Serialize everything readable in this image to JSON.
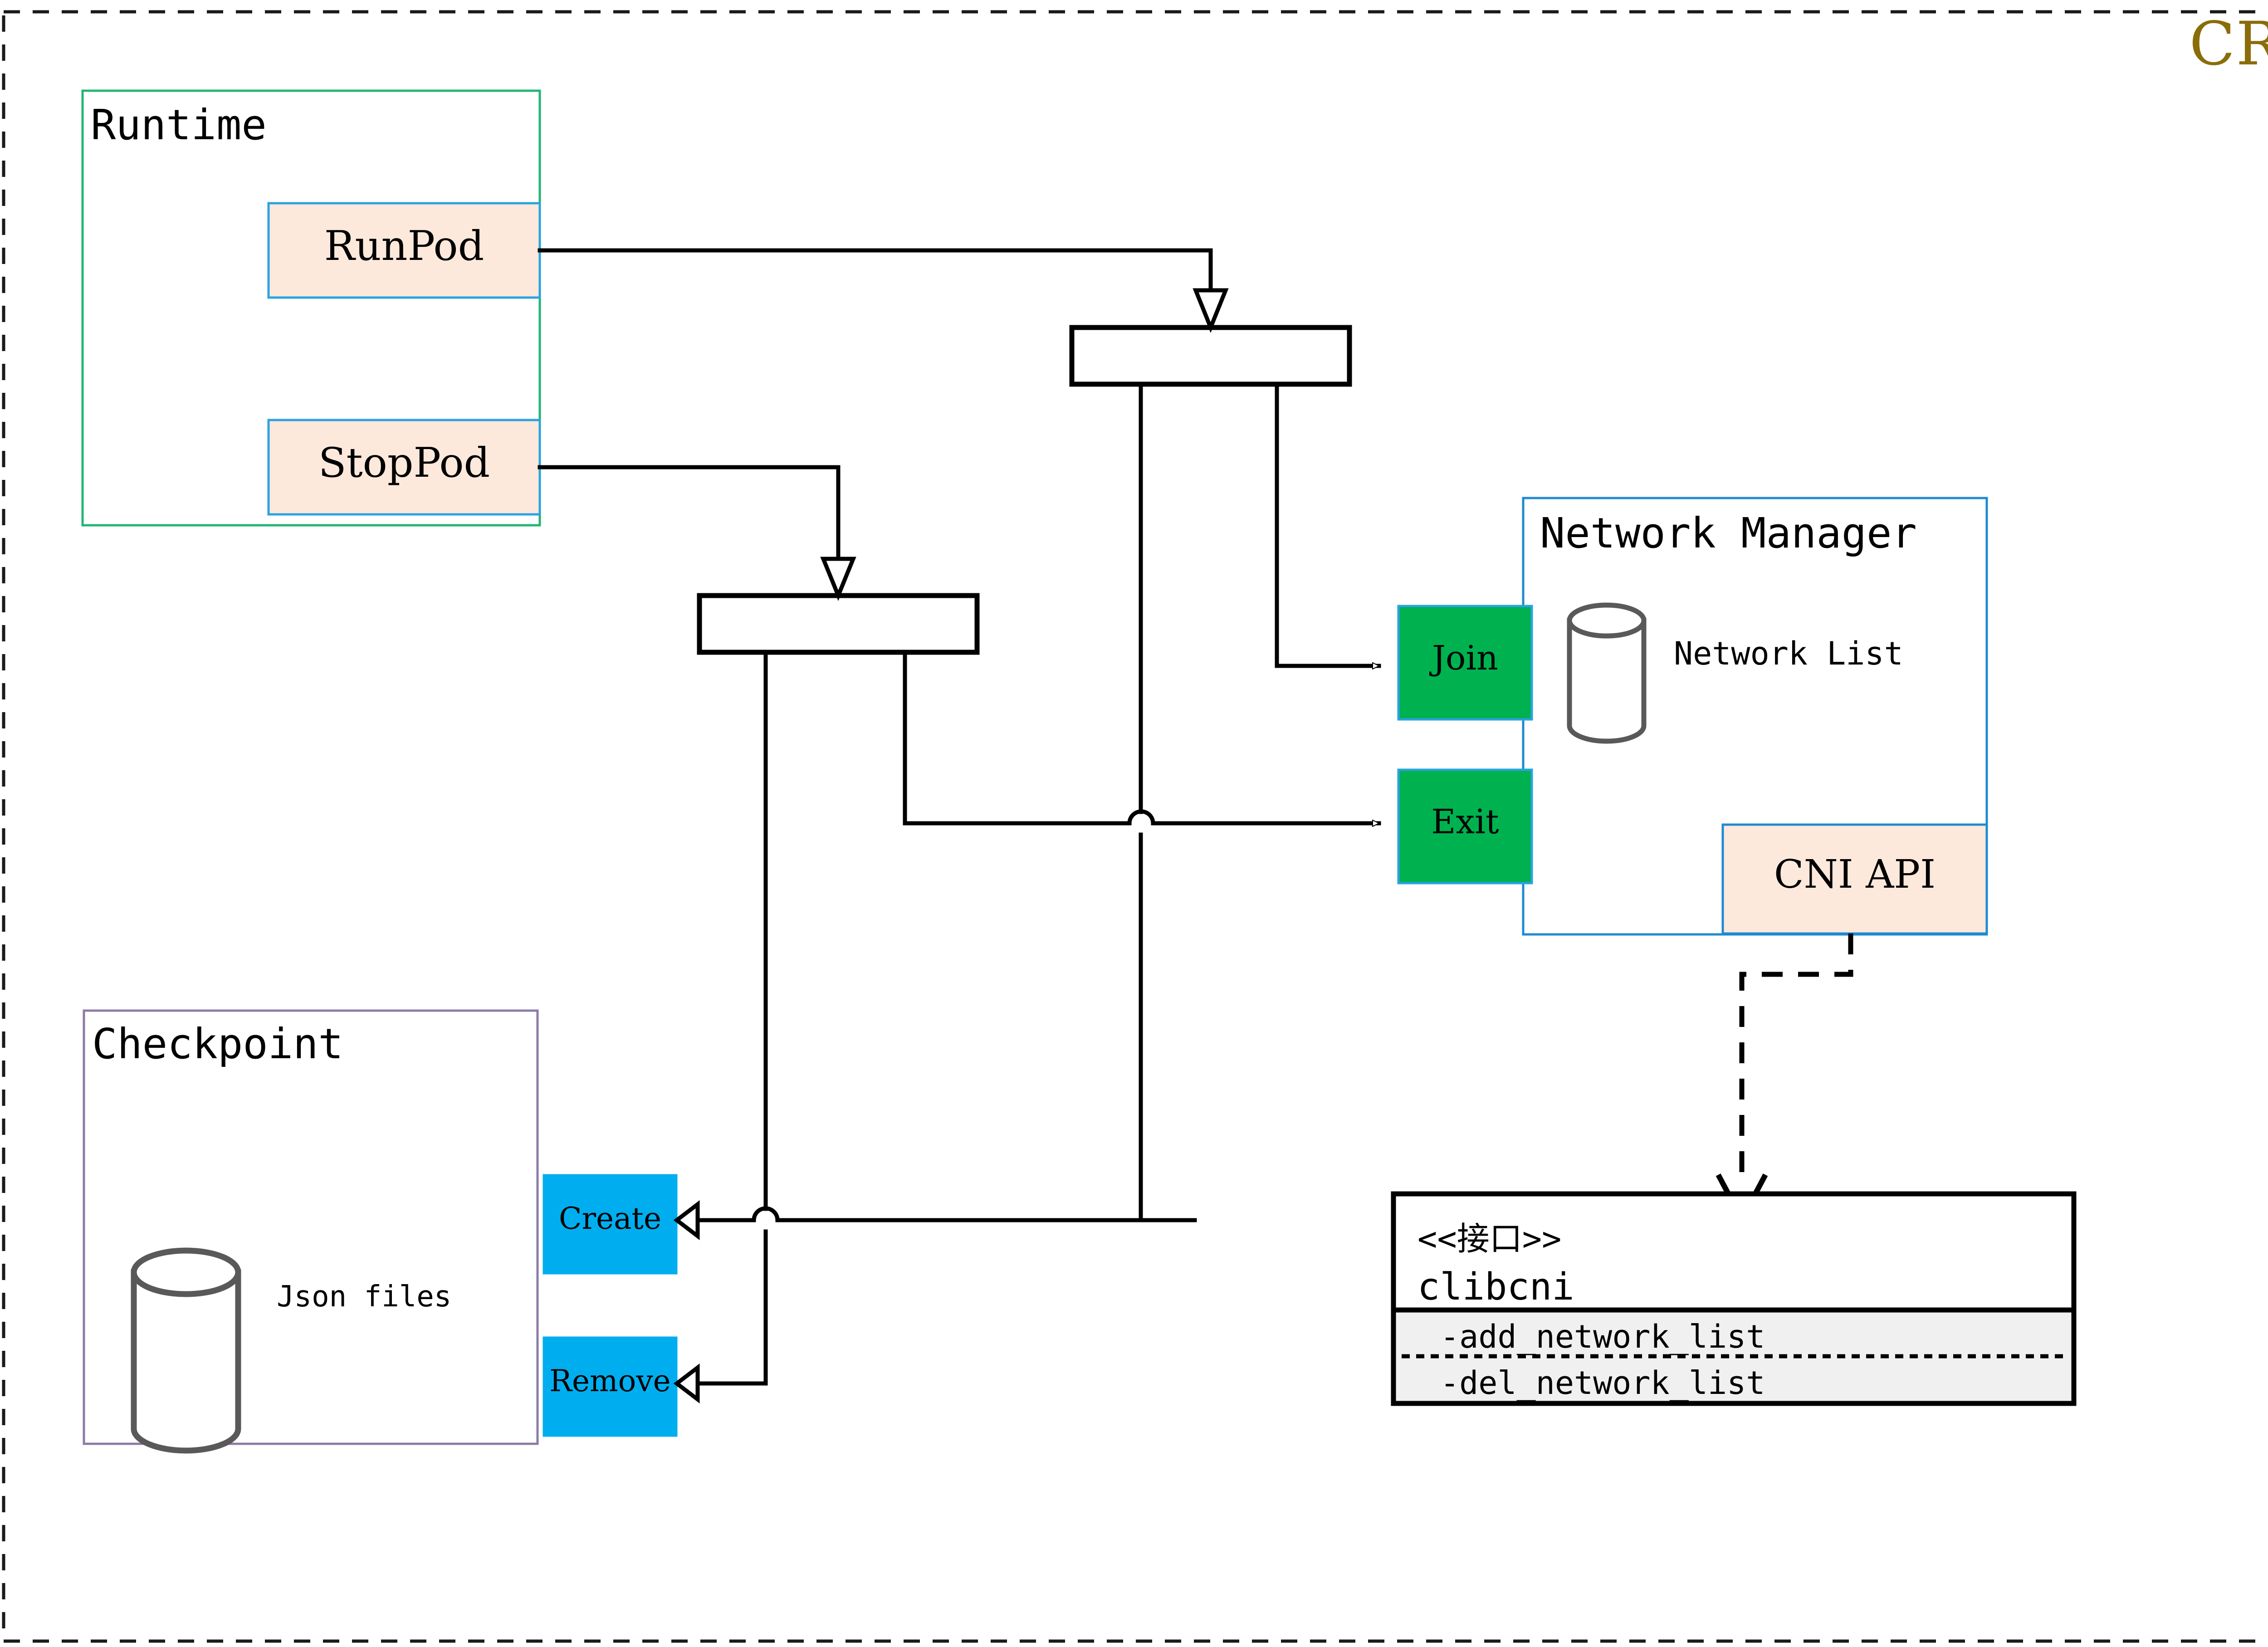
{
  "diagram": {
    "title": "CRI",
    "title_color": "#8a6d09",
    "outer_border": "dashed"
  },
  "groups": {
    "runtime": {
      "label": "Runtime",
      "border_color": "#22b573"
    },
    "checkpoint": {
      "label": "Checkpoint",
      "border_color": "#8c7aa8",
      "store_label": "Json files"
    },
    "network_manager": {
      "label": "Network Manager",
      "border_color": "#1f8ad1",
      "store_label": "Network List",
      "api_label": "CNI API",
      "api_fill": "#fce9dc",
      "api_border": "#1f8ad1"
    }
  },
  "operations": {
    "runpod": {
      "label": "RunPod",
      "fill": "#fce9dc",
      "border": "#29a3e0"
    },
    "stoppod": {
      "label": "StopPod",
      "fill": "#fce9dc",
      "border": "#29a3e0"
    },
    "join": {
      "label": "Join",
      "fill": "#00b24f",
      "border": "#29a3e0"
    },
    "exit": {
      "label": "Exit",
      "fill": "#00b24f",
      "border": "#29a3e0"
    },
    "create": {
      "label": "Create",
      "fill": "#00aeef",
      "border": "#00aeef"
    },
    "remove": {
      "label": "Remove",
      "fill": "#00aeef",
      "border": "#00aeef"
    }
  },
  "interface": {
    "stereotype": "<<接口>>",
    "name": "clibcni",
    "methods": [
      "-add_network_list",
      "-del_network_list"
    ],
    "methods_fill": "#f0f0f0"
  },
  "connector_bars": {
    "upper": {
      "name": "runpod-dispatch-bar"
    },
    "lower": {
      "name": "stoppod-dispatch-bar"
    }
  }
}
